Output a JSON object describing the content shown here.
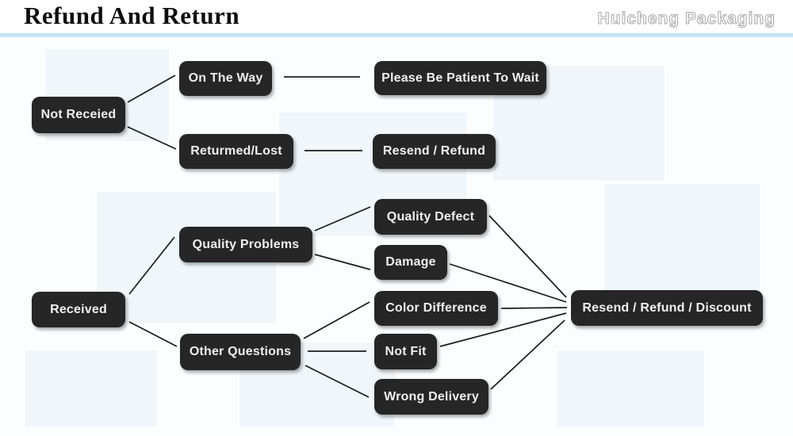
{
  "header": {
    "title": "Refund And Return",
    "brand": "Huicheng Packaging"
  },
  "diagram": {
    "nodes": {
      "not_received": "Not Receied",
      "on_the_way": "On The Way",
      "please_wait": "Please Be Patient To Wait",
      "returned_lost": "Returmed/Lost",
      "resend_refund": "Resend / Refund",
      "received": "Received",
      "quality_problems": "Quality Problems",
      "quality_defect": "Quality Defect",
      "damage": "Damage",
      "other_questions": "Other Questions",
      "color_difference": "Color Difference",
      "not_fit": "Not Fit",
      "wrong_delivery": "Wrong Delivery",
      "resend_refund_discount": "Resend / Refund / Discount"
    },
    "edges": [
      [
        "not_received",
        "on_the_way"
      ],
      [
        "not_received",
        "returned_lost"
      ],
      [
        "on_the_way",
        "please_wait"
      ],
      [
        "returned_lost",
        "resend_refund"
      ],
      [
        "received",
        "quality_problems"
      ],
      [
        "received",
        "other_questions"
      ],
      [
        "quality_problems",
        "quality_defect"
      ],
      [
        "quality_problems",
        "damage"
      ],
      [
        "other_questions",
        "color_difference"
      ],
      [
        "other_questions",
        "not_fit"
      ],
      [
        "other_questions",
        "wrong_delivery"
      ],
      [
        "quality_defect",
        "resend_refund_discount"
      ],
      [
        "damage",
        "resend_refund_discount"
      ],
      [
        "color_difference",
        "resend_refund_discount"
      ],
      [
        "not_fit",
        "resend_refund_discount"
      ],
      [
        "wrong_delivery",
        "resend_refund_discount"
      ]
    ],
    "colors": {
      "node_background": "#262626",
      "node_text": "#efefef",
      "connector": "#1c1c1c",
      "divider": "#c3e4f3",
      "page_background": "#fbfdfe"
    }
  }
}
